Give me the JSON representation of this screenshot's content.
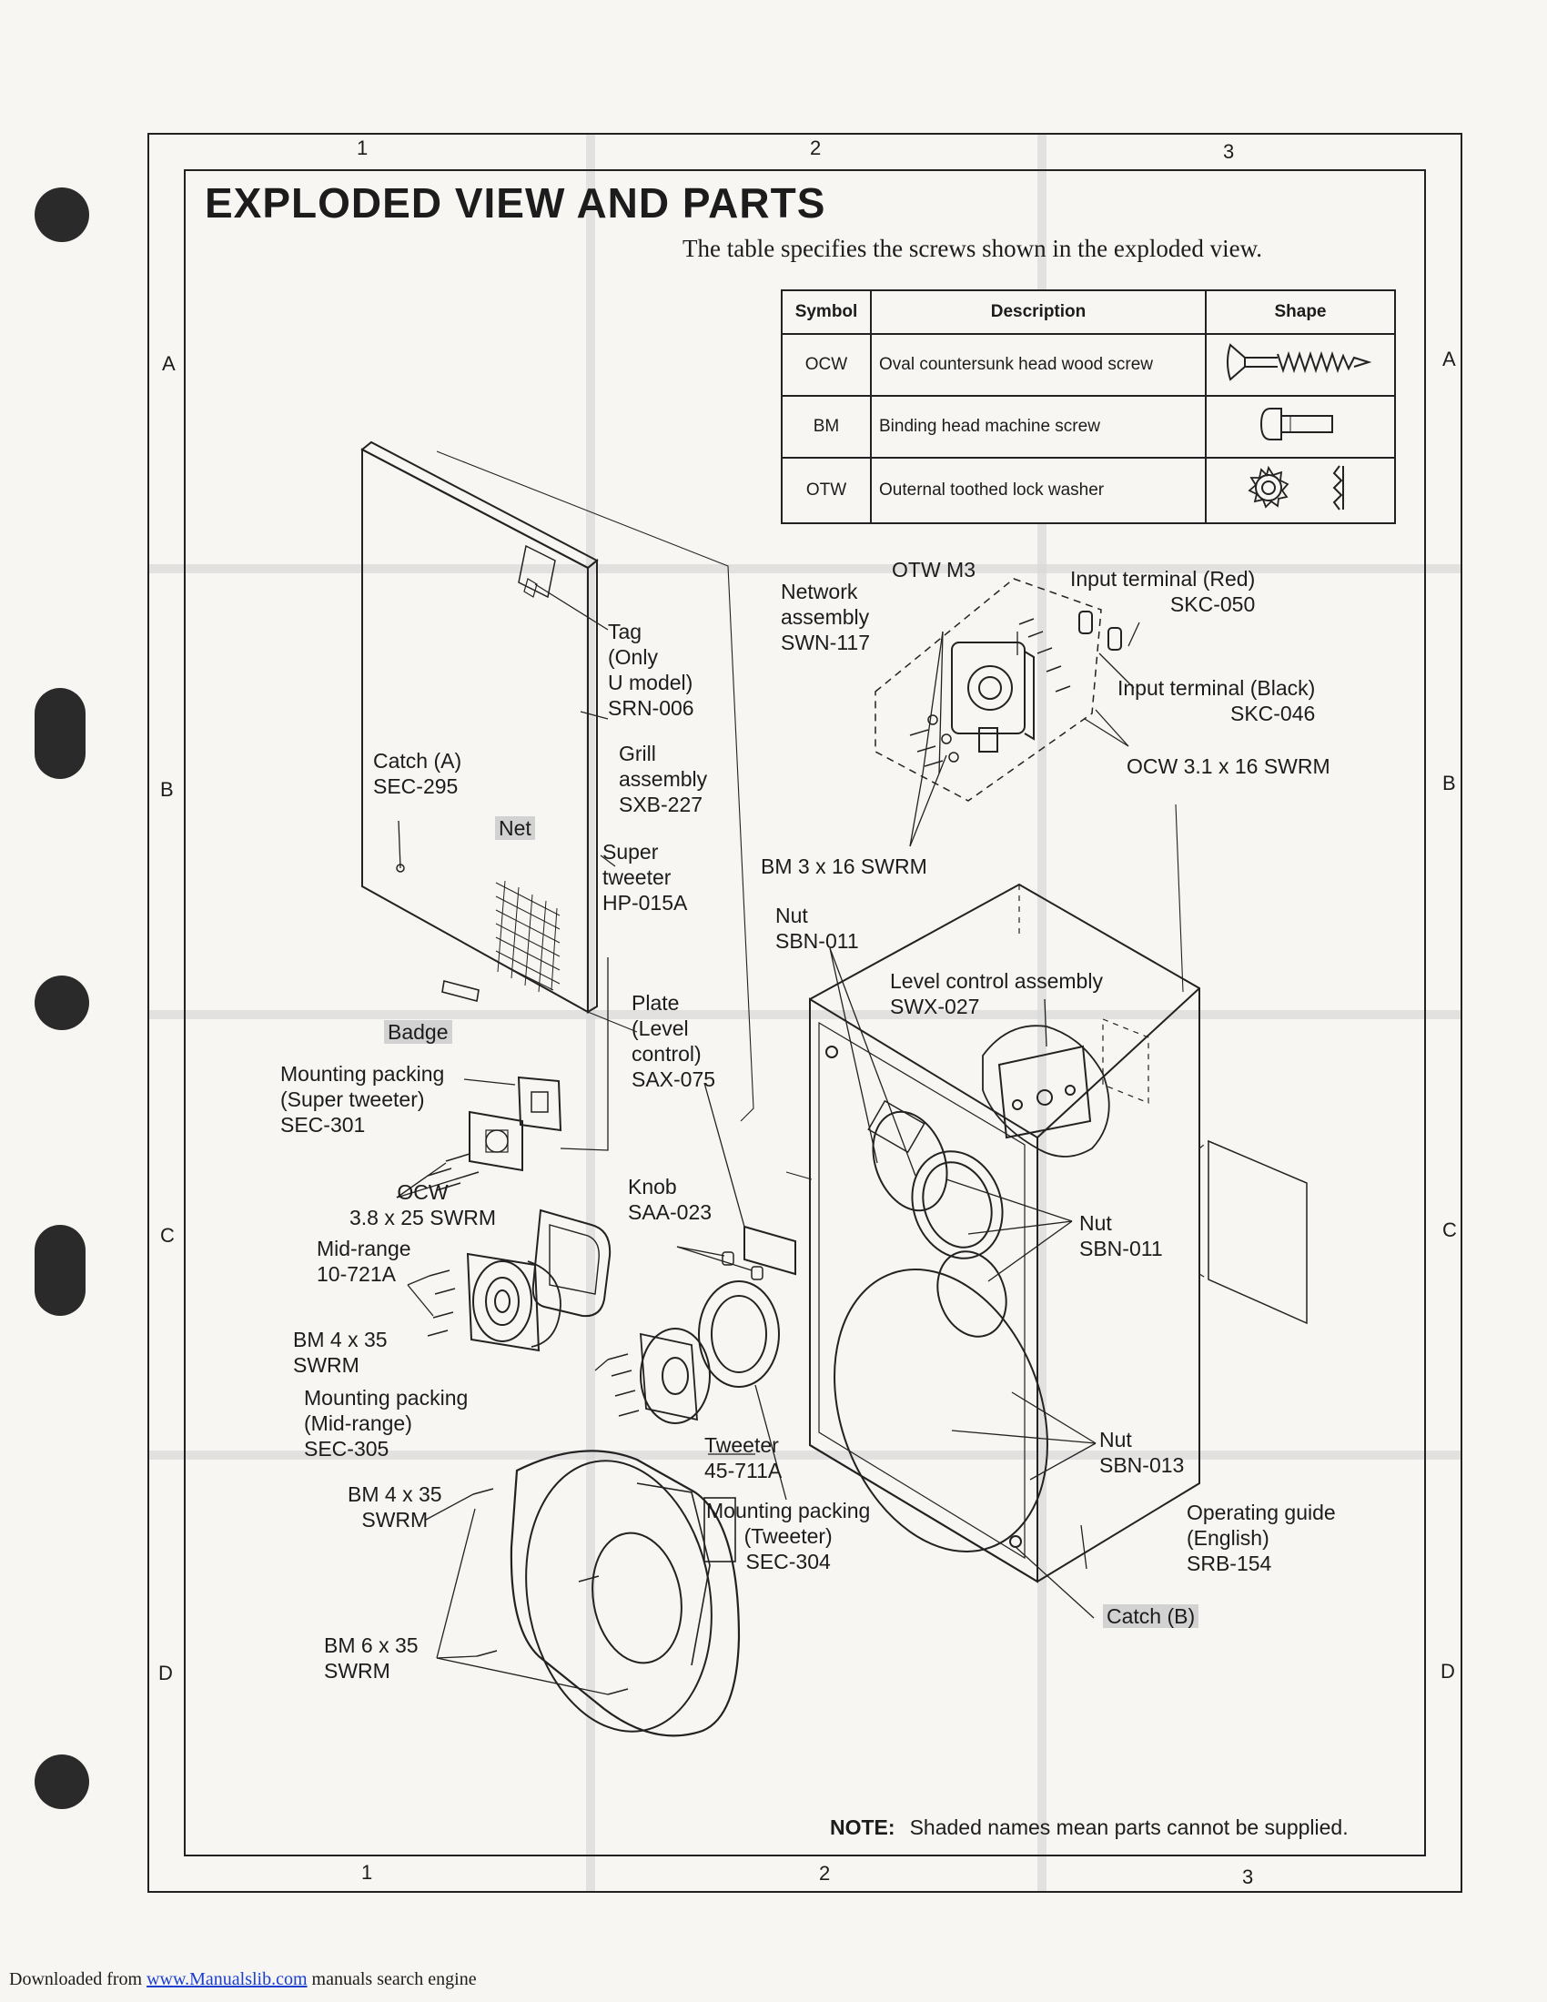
{
  "page_title": "EXPLODED VIEW AND PARTS",
  "intro": "The table specifies the screws shown in the exploded view.",
  "grid": {
    "top": [
      "1",
      "2",
      "3"
    ],
    "bottom": [
      "1",
      "2",
      "3"
    ],
    "left": [
      "A",
      "B",
      "C",
      "D"
    ],
    "right": [
      "A",
      "B",
      "C",
      "D"
    ]
  },
  "table": {
    "headers": [
      "Symbol",
      "Description",
      "Shape"
    ],
    "rows": [
      {
        "symbol": "OCW",
        "description": "Oval countersunk head wood screw",
        "shape_icon": "wood-screw-icon"
      },
      {
        "symbol": "BM",
        "description": "Binding head machine screw",
        "shape_icon": "machine-screw-icon"
      },
      {
        "symbol": "OTW",
        "description": "Outernal toothed lock washer",
        "shape_icon": "lock-washer-icon"
      }
    ]
  },
  "labels": {
    "tag": "Tag\n(Only\nU model)\nSRN-006",
    "grill": "Grill\nassembly\nSXB-227",
    "catch_a": "Catch (A)\nSEC-295",
    "net": "Net",
    "super_tweeter": "Super\ntweeter\nHP-015A",
    "badge": "Badge",
    "network": "Network\nassembly\nSWN-117",
    "otw_m3": "OTW M3",
    "input_red": "Input terminal (Red)\nSKC-050",
    "input_black": "Input terminal (Black)\nSKC-046",
    "ocw_31": "OCW 3.1 x 16 SWRM",
    "bm_3": "BM 3 x 16 SWRM",
    "nut_top": "Nut\nSBN-011",
    "level_control": "Level control assembly\nSWX-027",
    "plate": "Plate\n(Level\ncontrol)\nSAX-075",
    "mounting_super": "Mounting packing\n(Super tweeter)\nSEC-301",
    "ocw_38": "OCW\n3.8 x 25 SWRM",
    "knob": "Knob\nSAA-023",
    "nut_mid": "Nut\nSBN-011",
    "midrange": "Mid-range\n10-721A",
    "bm_4a": "BM 4 x 35\nSWRM",
    "mounting_mid": "Mounting packing\n(Mid-range)\nSEC-305",
    "tweeter": "Tweeter\n45-711A",
    "nut_low": "Nut\nSBN-013",
    "bm_4b": "BM 4 x 35\nSWRM",
    "mounting_tw": "Mounting packing\n(Tweeter)\nSEC-304",
    "operating_guide": "Operating guide\n(English)\nSRB-154",
    "catch_b": "Catch (B)",
    "bm_6": "BM 6 x 35\nSWRM"
  },
  "note": {
    "prefix": "NOTE:",
    "text": "Shaded names mean parts cannot be supplied."
  },
  "footer": {
    "prefix": "Downloaded from ",
    "link": "www.Manualslib.com",
    "suffix": " manuals search engine"
  }
}
